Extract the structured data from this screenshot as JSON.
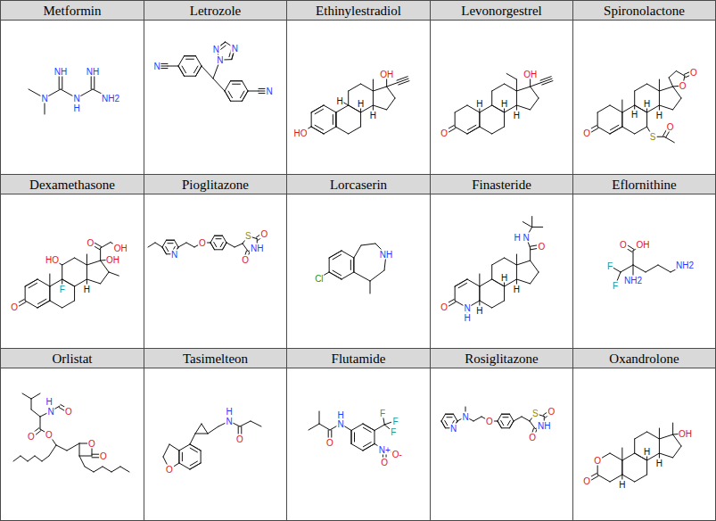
{
  "diagram": {
    "nodes": [
      {
        "text": [
          "Metformin"
        ]
      },
      {
        "text": [
          "Letrozole"
        ]
      },
      {
        "text": [
          "Ethinylestradiol"
        ]
      },
      {
        "text": [
          "Levonorgestrel"
        ]
      },
      {
        "text": [
          "Spironolactone"
        ]
      },
      {
        "text": [
          "Dexamethasone"
        ]
      },
      {
        "text": [
          "Pioglitazone"
        ]
      },
      {
        "text": [
          "Lorcaserin"
        ]
      },
      {
        "text": [
          "Finasteride"
        ]
      },
      {
        "text": [
          "Eflornithine"
        ]
      },
      {
        "text": [
          "Orlistat"
        ]
      },
      {
        "text": [
          "Tasimelteon"
        ]
      },
      {
        "text": [
          "Flutamide"
        ]
      },
      {
        "text": [
          "Rosiglitazone"
        ]
      },
      {
        "text": [
          "Oxandrolone"
        ]
      }
    ],
    "labels": [
      "NH",
      "NH",
      "N",
      "N",
      "H",
      "NH2",
      "N",
      "N",
      "N",
      "N",
      "N",
      "OH",
      "HO",
      "H",
      "H",
      "H",
      "OH",
      "O",
      "H",
      "H",
      "H",
      "O",
      "O",
      "H",
      "H",
      "H",
      "O",
      "S",
      "O",
      "O",
      "OH",
      "HO",
      "OH",
      "F",
      "O",
      "H",
      "N",
      "O",
      "S",
      "O",
      "NH",
      "O",
      "Cl",
      "NH",
      "H",
      "N",
      "O",
      "O",
      "N",
      "H",
      "H",
      "H",
      "H",
      "O",
      "OH",
      "F",
      "F",
      "NH2",
      "NH2",
      "H",
      "N",
      "O",
      "O",
      "O",
      "O",
      "O",
      "H",
      "N",
      "O",
      "O",
      "H",
      "N",
      "O",
      "F",
      "F",
      "F",
      "N+",
      "O-",
      "O",
      "N",
      "N",
      "O",
      "S",
      "O",
      "NH",
      "O",
      "O",
      "O",
      "OH",
      "H",
      "H",
      "H"
    ]
  }
}
